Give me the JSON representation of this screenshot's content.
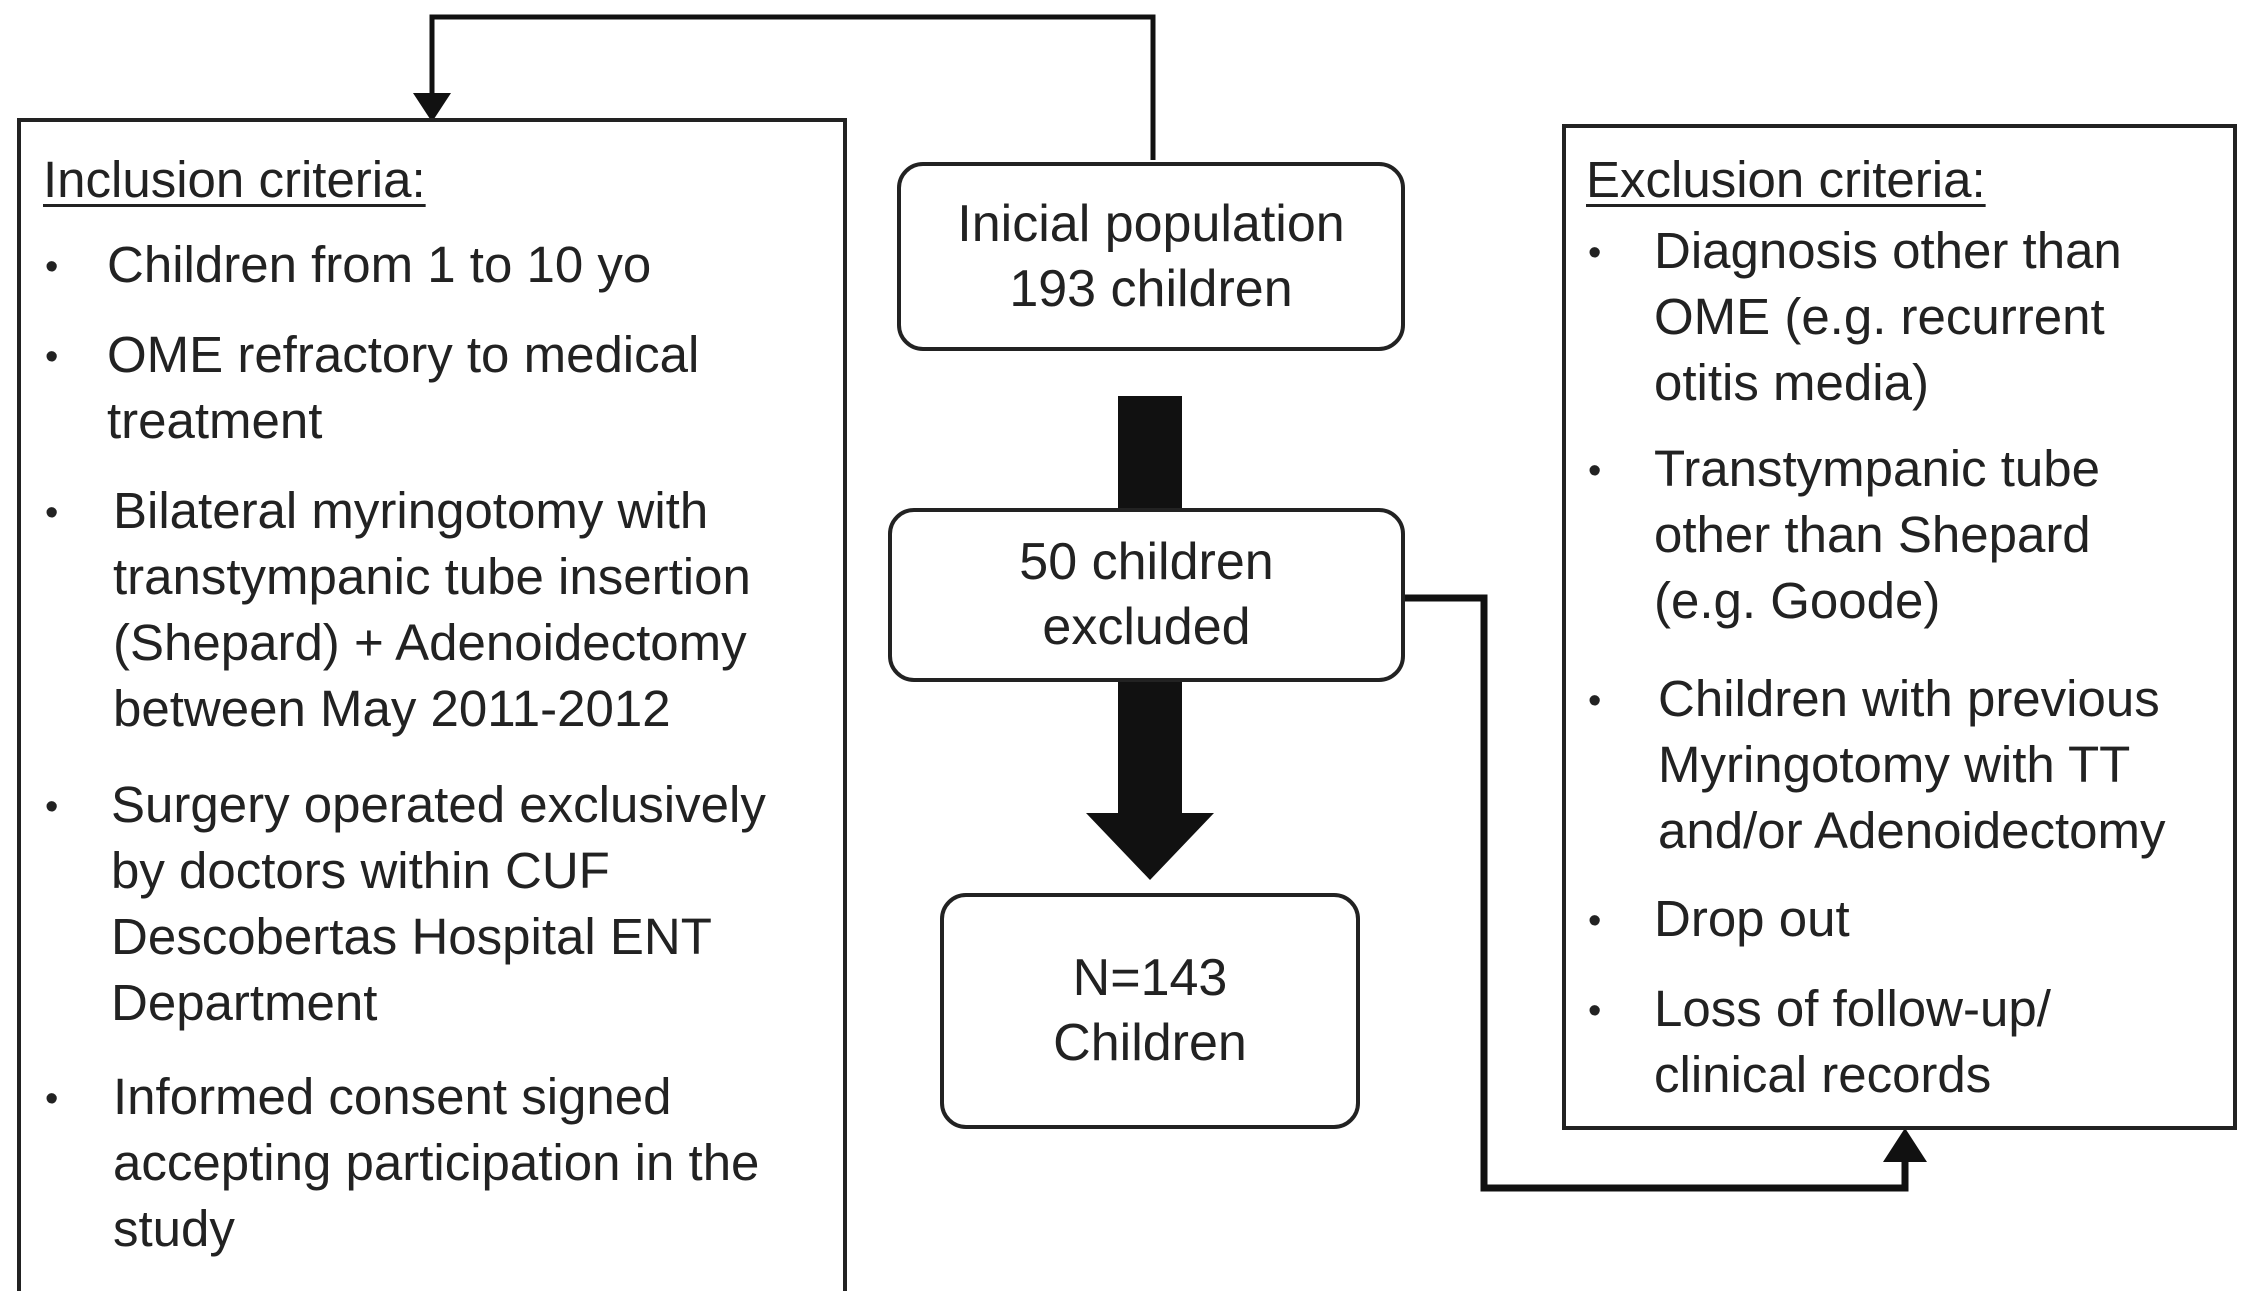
{
  "inclusion": {
    "heading": "Inclusion criteria:",
    "items": [
      {
        "line1": "Children from 1 to 10 yo"
      },
      {
        "line1": "OME refractory to medical",
        "line2": "treatment"
      },
      {
        "line1": "Bilateral myringotomy with",
        "line2": "transtympanic tube insertion",
        "line3": "(Shepard) + Adenoidectomy",
        "line4": "between May 2011-2012"
      },
      {
        "line1": "Surgery operated exclusively",
        "line2": "by doctors within CUF",
        "line3": "Descobertas Hospital ENT",
        "line4": "Department"
      },
      {
        "line1": "Informed consent signed",
        "line2": "accepting participation in the",
        "line3": "study"
      }
    ]
  },
  "flow": {
    "initial": "Inicial population\n193 children",
    "excluded": "50 children\nexcluded",
    "final": "N=143\nChildren"
  },
  "exclusion": {
    "heading": "Exclusion criteria:",
    "items": [
      {
        "line1": "Diagnosis other than",
        "line2": "OME (e.g. recurrent",
        "line3": "otitis media)"
      },
      {
        "line1": "Transtympanic tube",
        "line2": "other than Shepard",
        "line3": "(e.g. Goode)"
      },
      {
        "line1": "Children with previous",
        "line2": "Myringotomy with TT",
        "line3": "and/or Adenoidectomy"
      },
      {
        "line1": "Drop out"
      },
      {
        "line1": "Loss of follow-up/",
        "line2": "clinical records"
      }
    ]
  },
  "bullet_glyph": "•",
  "colors": {
    "line": "#111111",
    "text": "#222222",
    "background": "#ffffff"
  }
}
